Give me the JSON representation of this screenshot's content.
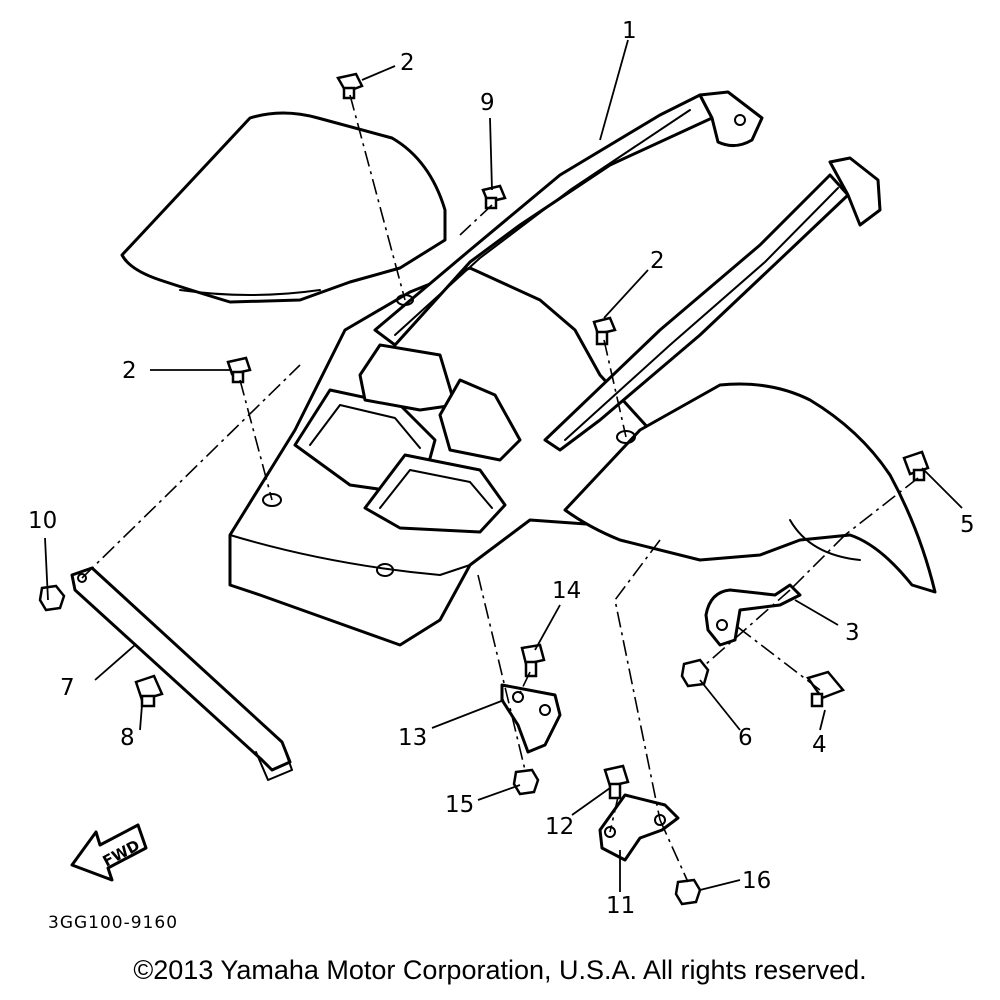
{
  "diagram": {
    "diagram_code": "3GG100-9160",
    "fwd_label": "FWD",
    "callouts": {
      "c1": "1",
      "c2a": "2",
      "c2b": "2",
      "c2c": "2",
      "c3": "3",
      "c4": "4",
      "c5": "5",
      "c6": "6",
      "c7": "7",
      "c8": "8",
      "c9": "9",
      "c10": "10",
      "c11": "11",
      "c12": "12",
      "c13": "13",
      "c14": "14",
      "c15": "15",
      "c16": "16"
    }
  },
  "footer": {
    "copyright": "©2013 Yamaha Motor Corporation, U.S.A. All rights reserved."
  }
}
